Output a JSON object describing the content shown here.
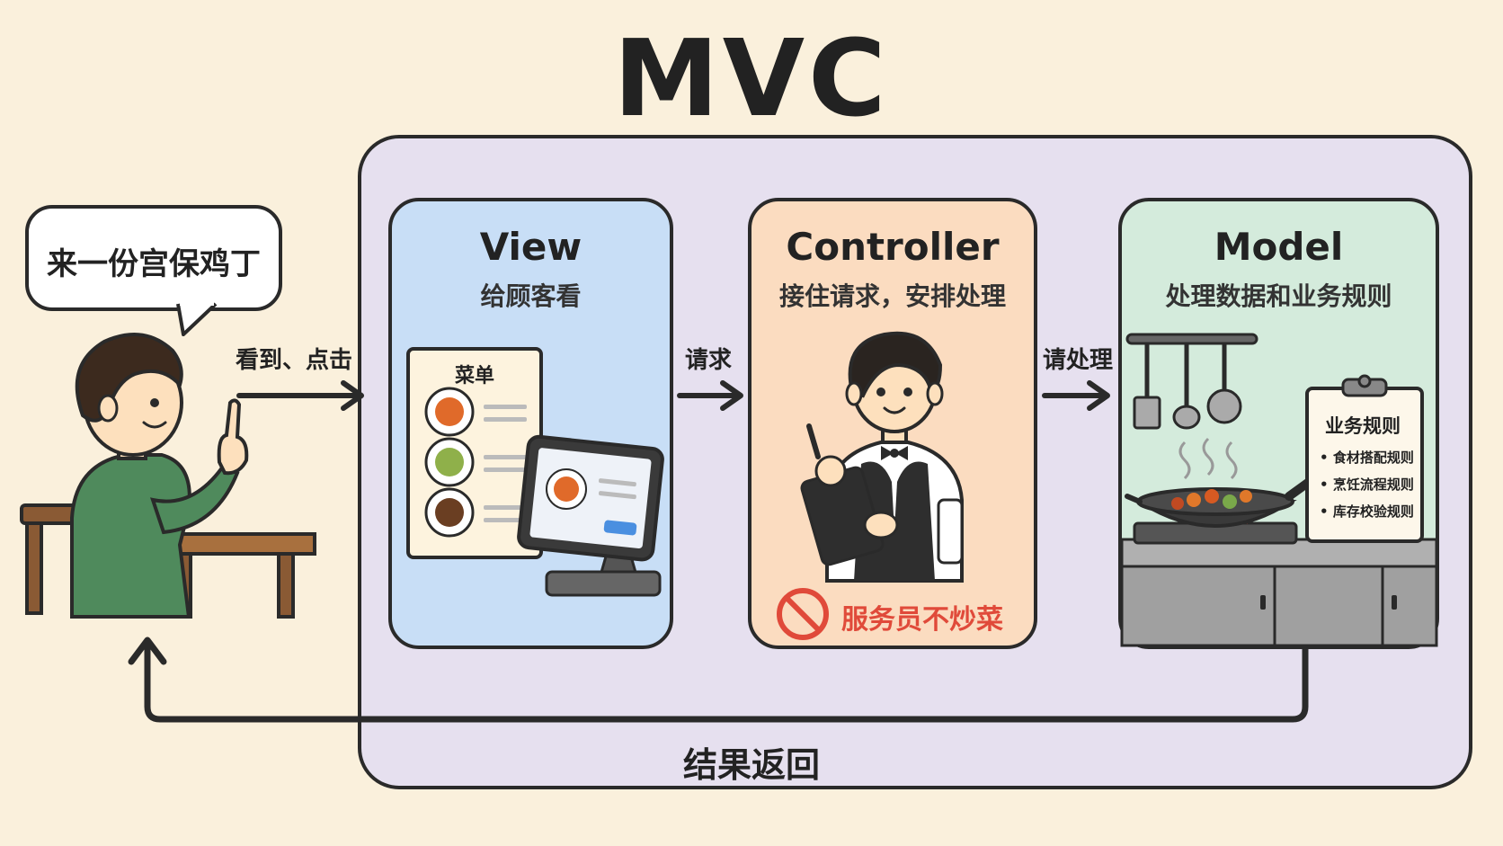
{
  "title": "MVC",
  "customer": {
    "speech": "来一份宫保鸡丁"
  },
  "arrows": {
    "customer_to_view": "看到、点击",
    "view_to_controller": "请求",
    "controller_to_model": "请处理",
    "result_return": "结果返回"
  },
  "view": {
    "title": "View",
    "subtitle": "给顾客看",
    "menu_title": "菜单"
  },
  "controller": {
    "title": "Controller",
    "subtitle": "接住请求，安排处理",
    "warning": "服务员不炒菜"
  },
  "model": {
    "title": "Model",
    "subtitle": "处理数据和业务规则",
    "rules_title": "业务规则",
    "rules": [
      "食材搭配规则",
      "烹饪流程规则",
      "库存校验规则"
    ]
  },
  "colors": {
    "background": "#faf0dc",
    "outer_box": "#e6e0ef",
    "view_panel": "#c8def6",
    "controller_panel": "#fbdcc0",
    "model_panel": "#d4ebdc",
    "warning": "#e04a3a"
  }
}
